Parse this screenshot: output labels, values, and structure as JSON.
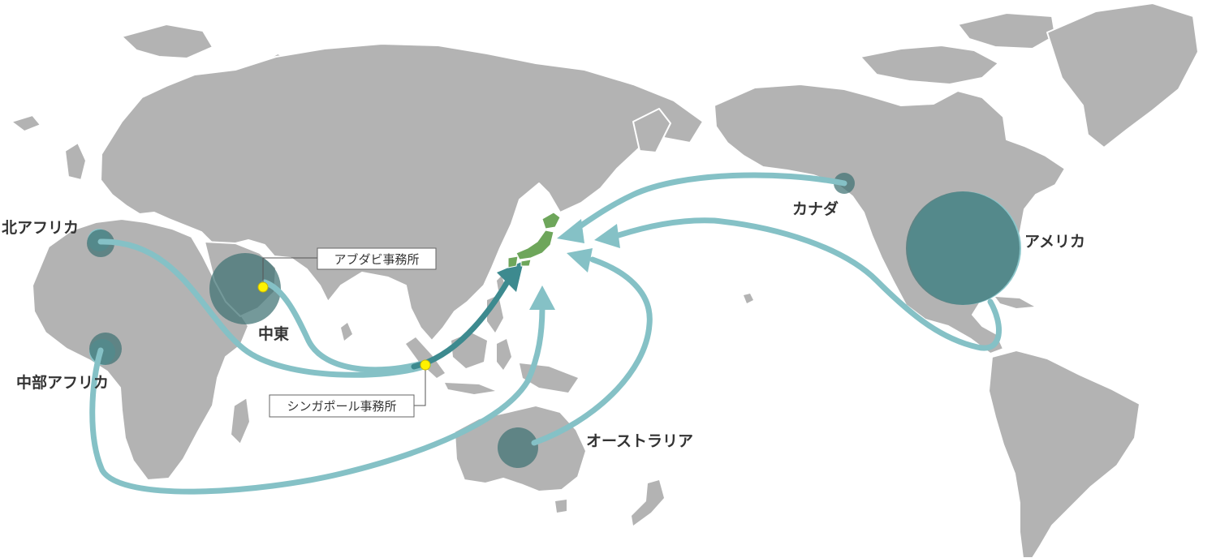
{
  "regions": {
    "north_africa": "北アフリカ",
    "central_africa": "中部アフリカ",
    "middle_east": "中東",
    "australia": "オーストラリア",
    "canada": "カナダ",
    "usa": "アメリカ"
  },
  "offices": {
    "abu_dhabi": "アブダビ事務所",
    "singapore": "シンガポール事務所"
  },
  "colors": {
    "land": "#b3b3b3",
    "route": "#85c1c6",
    "route_highlight": "#3d8a8f",
    "hub": "#3f7173",
    "japan": "#6ea65b",
    "office_marker": "#fff200"
  }
}
